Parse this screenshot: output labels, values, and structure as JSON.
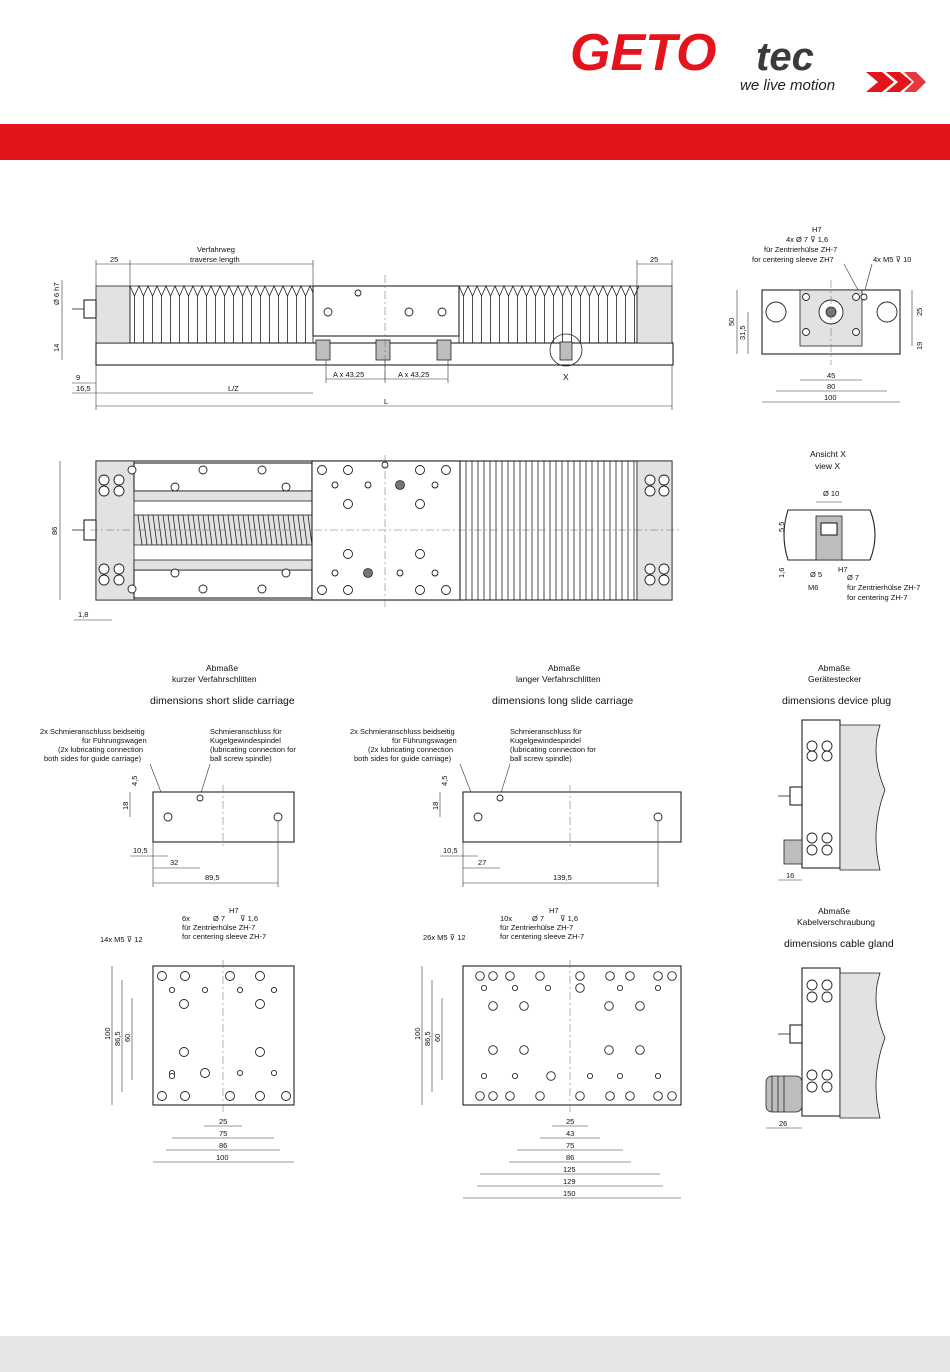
{
  "brand": {
    "name_red": "GETO",
    "name_dark": "tec",
    "slogan": "we live motion",
    "accent_color": "#e3141b",
    "dark_color": "#3a3a3a"
  },
  "side_view": {
    "travel_de": "Verfahrweg",
    "travel_en": "traverse length",
    "end_left": "25",
    "end_right": "25",
    "shaft_dia": "Ø 6 h7",
    "height_14": "14",
    "dim_9": "9",
    "dim_16_5": "16,5",
    "dim_lz": "L/Z",
    "dim_l": "L",
    "pitch_left": "A x  43,25",
    "pitch_right": "A x 43,25",
    "detail_x": "X"
  },
  "end_view": {
    "note_line1": "4x  Ø 7     ⊽ 1,6",
    "note_h7": "H7",
    "note_line2": "für Zentrierhülse ZH-7",
    "note_line3": "for centering sleeve ZH7",
    "note_m5": "4x M5 ⊽ 10",
    "d50": "50",
    "d31_5": "31,5",
    "d25": "25",
    "d19": "19",
    "d45": "45",
    "d80": "80",
    "d100": "100"
  },
  "top_view": {
    "d86": "86",
    "d1_8": "1,8"
  },
  "view_x": {
    "title_de": "Ansicht X",
    "title_en": "view X",
    "d10": "Ø 10",
    "d5_5": "5,5",
    "d1_6": "1,6",
    "d5": "Ø 5",
    "m6": "M6",
    "h7": "H7",
    "d7": "Ø 7",
    "sleeve_de": "für Zentrierhülse ZH-7",
    "sleeve_en": "for centering ZH-7"
  },
  "short": {
    "title_de1": "Abmaße",
    "title_de2": "kurzer Verfahrschlitten",
    "title_en": "dimensions short slide carriage",
    "lube1_a": "2x Schmieranschluss beidseitig",
    "lube1_b": "für Führungswagen",
    "lube1_c": "(2x lubricating connection",
    "lube1_d": "both sides for guide carriage)",
    "lube2_a": "Schmieranschluss für",
    "lube2_b": "Kugelgewindespindel",
    "lube2_c": "(lubricating connection for",
    "lube2_d": "ball screw spindle)",
    "d4_5": "4,5",
    "d18": "18",
    "d10_5": "10,5",
    "d32": "32",
    "d89_5": "89,5",
    "holes_a": "6x",
    "holes_b": "Ø 7",
    "holes_c": "⊽ 1,6",
    "holes_h7": "H7",
    "holes_de": "für Zentrierhülse ZH-7",
    "holes_en": "for centering sleeve ZH-7",
    "threads": "14x M5 ⊽ 12",
    "d100v": "100",
    "d86_5": "86,5",
    "d60": "60",
    "b25": "25",
    "b75": "75",
    "b86": "86",
    "b100": "100"
  },
  "long": {
    "title_de1": "Abmaße",
    "title_de2": "langer Verfahrschlitten",
    "title_en": "dimensions long slide carriage",
    "lube1_a": "2x Schmieranschluss beidseitig",
    "lube1_b": "für Führungswagen",
    "lube1_c": "(2x lubricating connection",
    "lube1_d": "both sides for guide carriage)",
    "lube2_a": "Schmieranschluss für",
    "lube2_b": "Kugelgewindespindel",
    "lube2_c": "(lubricating connection for",
    "lube2_d": "ball screw spindle)",
    "d4_5": "4,5",
    "d18": "18",
    "d10_5": "10,5",
    "d27": "27",
    "d139_5": "139,5",
    "holes_a": "10x",
    "holes_b": "Ø 7",
    "holes_c": "⊽ 1,6",
    "holes_h7": "H7",
    "holes_de": "für Zentrierhülse ZH-7",
    "holes_en": "for centering sleeve ZH-7",
    "threads": "26x M5 ⊽ 12",
    "d100v": "100",
    "d86_5": "86,5",
    "d60": "60",
    "b25": "25",
    "b43": "43",
    "b75": "75",
    "b86": "86",
    "b125": "125",
    "b129": "129",
    "b150": "150"
  },
  "plug": {
    "title_de1": "Abmaße",
    "title_de2": "Gerätestecker",
    "title_en": "dimensions device plug",
    "d16": "16"
  },
  "gland": {
    "title_de1": "Abmaße",
    "title_de2": "Kabelverschraubung",
    "title_en": "dimensions cable gland",
    "d26": "26"
  }
}
